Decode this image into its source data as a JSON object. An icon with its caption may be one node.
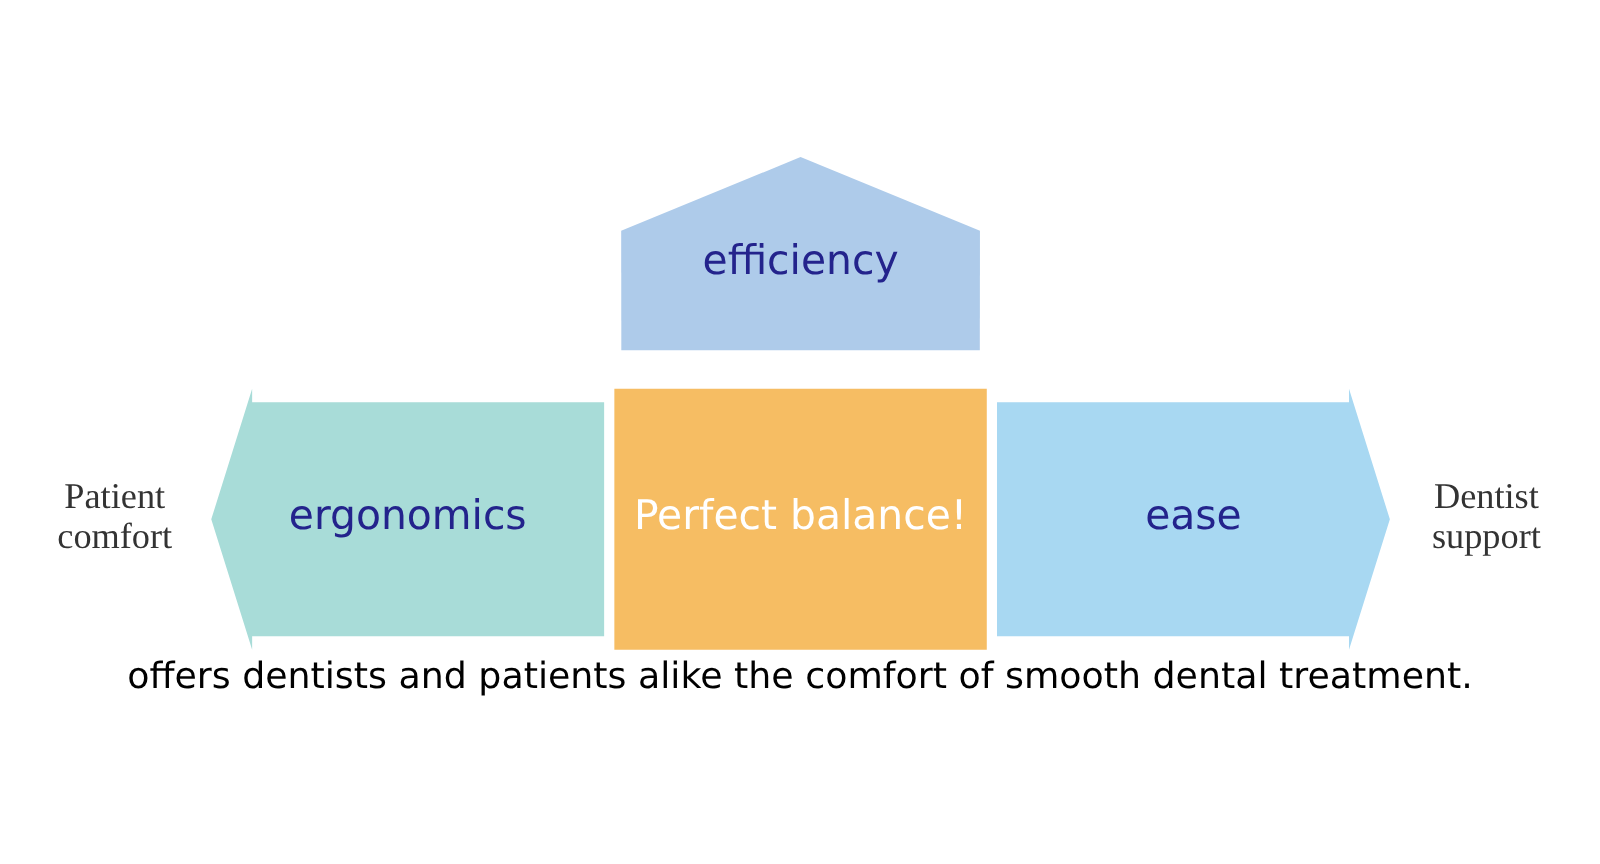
{
  "diagram": {
    "caption": "offers dentists and patients alike the comfort of smooth dental treatment.",
    "nodes": [
      {
        "text": [
          "efficiency"
        ]
      },
      {
        "text": [
          "ergonomics"
        ],
        "beside": [
          "Patient comfort"
        ]
      },
      {
        "text": [
          "Perfect balance!"
        ]
      },
      {
        "text": [
          "ease"
        ],
        "beside": [
          "Dentist support"
        ]
      }
    ]
  }
}
